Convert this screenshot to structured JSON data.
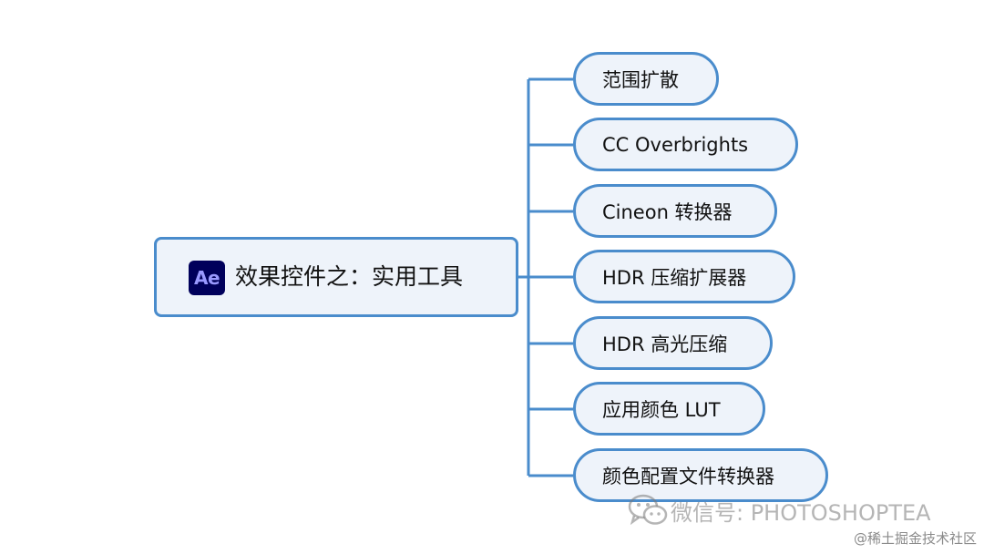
{
  "root": {
    "logo_text": "Ae",
    "title": "效果控件之：实用工具"
  },
  "children": [
    {
      "label": "范围扩散"
    },
    {
      "label": "CC Overbrights"
    },
    {
      "label": "Cineon 转换器"
    },
    {
      "label": "HDR 压缩扩展器"
    },
    {
      "label": "HDR 高光压缩"
    },
    {
      "label": "应用颜色 LUT"
    },
    {
      "label": "颜色配置文件转换器"
    }
  ],
  "watermarks": {
    "wechat": "微信号: PHOTOSHOPTEA",
    "juejin": "@稀土掘金技术社区"
  },
  "colors": {
    "node_border": "#4a8ccc",
    "node_fill": "#eef3fa",
    "connector": "#4a8ccc",
    "ae_logo_bg": "#00005b",
    "ae_logo_text": "#9999ff"
  },
  "icons": {
    "root_logo": "adobe-after-effects-icon",
    "wechat": "wechat-icon"
  }
}
